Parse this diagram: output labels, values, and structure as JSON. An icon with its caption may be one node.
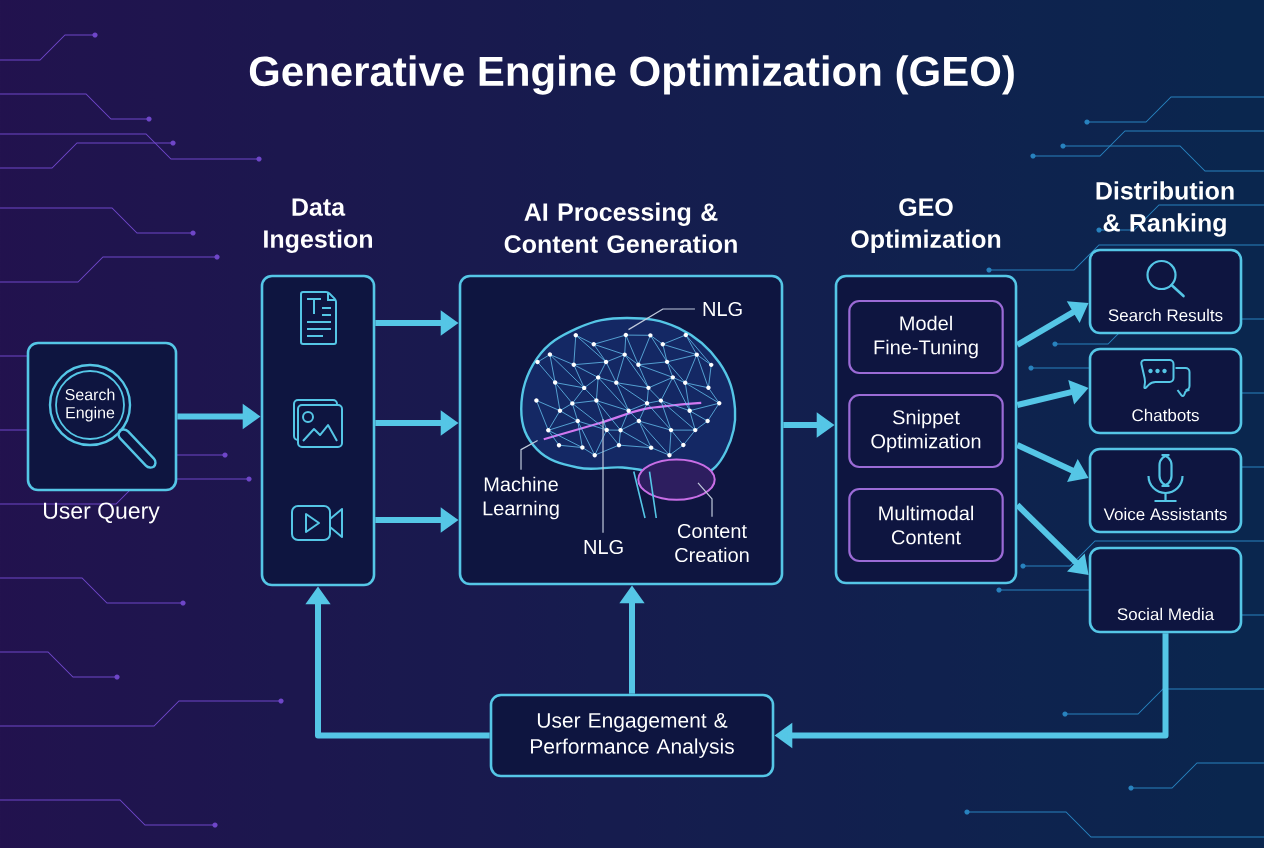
{
  "diagram": {
    "title": "Generative Engine Optimization (GEO)",
    "nodes": [
      {
        "text": [
          "Search Engine"
        ],
        "beside": [
          "User Query"
        ]
      },
      {
        "text": [
          "Data Ingestion"
        ]
      },
      {
        "text": [
          "AI Processing & Content Generation"
        ]
      },
      {
        "text": [],
        "shape": "picture",
        "in": 2
      },
      {
        "text": [
          "NLG"
        ],
        "in": 2
      },
      {
        "text": [
          "Machine Learning"
        ],
        "in": 2
      },
      {
        "text": [
          "NLG"
        ],
        "in": 2
      },
      {
        "text": [
          "Content Creation"
        ],
        "in": 2
      },
      {
        "text": [
          "GEO Optimization"
        ]
      },
      {
        "text": [
          "Model Fine-Tuning"
        ],
        "in": 8
      },
      {
        "text": [
          "Snippet Optimization"
        ],
        "in": 8
      },
      {
        "text": [
          "Multimodal Content"
        ],
        "in": 8
      },
      {
        "text": [
          "Search Results"
        ]
      },
      {
        "text": [
          "Chatbots"
        ]
      },
      {
        "text": [
          "Voice Assistants"
        ]
      },
      {
        "text": [
          "Social Media"
        ]
      },
      {
        "text": [
          "User Engagement & Performance Analysis"
        ]
      }
    ],
    "edges": [
      {
        "from": 0,
        "to": 1,
        "arrow": "to"
      },
      {
        "from": 1,
        "to": 2,
        "arrow": "to"
      },
      {
        "from": 1,
        "to": 2,
        "arrow": "to"
      },
      {
        "from": 1,
        "to": 2,
        "arrow": "to"
      },
      {
        "from": 2,
        "to": 8,
        "arrow": "to"
      },
      {
        "from": 8,
        "to": 12,
        "arrow": "to"
      },
      {
        "from": 8,
        "to": 13,
        "arrow": "to"
      },
      {
        "from": 8,
        "to": 14,
        "arrow": "to"
      },
      {
        "from": 8,
        "to": 15,
        "arrow": "to"
      },
      {
        "from": 15,
        "to": 16,
        "arrow": "to"
      },
      {
        "from": 16,
        "to": 1,
        "arrow": "to"
      },
      {
        "from": 16,
        "to": 2,
        "arrow": "to"
      },
      {
        "from": 4,
        "to": 3,
        "arrow": "none",
        "color": "#c0cadb"
      },
      {
        "from": 5,
        "to": 3,
        "arrow": "none",
        "color": "#c0cadb"
      },
      {
        "from": 6,
        "to": 3,
        "arrow": "none",
        "color": "#c0cadb"
      },
      {
        "from": 7,
        "to": 3,
        "arrow": "none",
        "color": "#c0cadb"
      }
    ],
    "labels": [
      "Distribution & Ranking"
    ]
  }
}
